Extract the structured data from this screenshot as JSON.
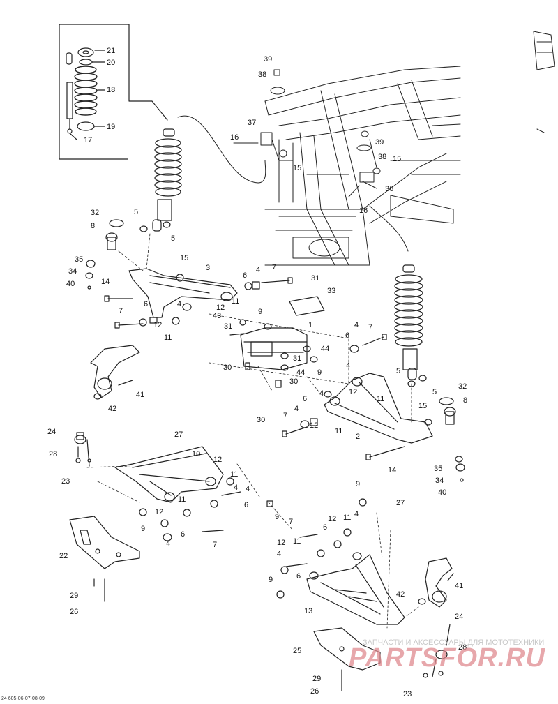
{
  "labels": {
    "l17": "17",
    "l18": "18",
    "l19": "19",
    "l20": "20",
    "l21": "21",
    "l39a": "39",
    "l38a": "38",
    "l37": "37",
    "l16a": "16",
    "l15a": "15",
    "l39b": "39",
    "l38b": "38",
    "l15b": "15",
    "l36": "36",
    "l16b": "16",
    "l32a": "32",
    "l8a": "8",
    "l5a": "5",
    "l5b": "5",
    "l35a": "35",
    "l34a": "34",
    "l40a": "40",
    "l14a": "14",
    "l15c": "15",
    "l3": "3",
    "l4a": "4",
    "l7a": "7",
    "l6a": "6",
    "l12a": "12",
    "l11a": "11",
    "l31a": "31",
    "l33": "33",
    "l7b": "7",
    "l6b": "6",
    "l4b": "4",
    "l12b": "12",
    "l11b": "11",
    "l43": "43",
    "l9a": "9",
    "l31b": "31",
    "l1": "1",
    "l44a": "44",
    "l31c": "31",
    "l44b": "44",
    "l9b": "9",
    "l30a": "30",
    "l30b": "30",
    "l30c": "30",
    "l4c": "4",
    "l7c": "7",
    "l6c": "6",
    "l4d": "4",
    "l12c": "12",
    "l11c": "11",
    "l5c": "5",
    "l5d": "5",
    "l32b": "32",
    "l8b": "8",
    "l4e": "4",
    "l6d": "6",
    "l7d": "7",
    "l4f": "4",
    "l12d": "12",
    "l11d": "11",
    "l15d": "15",
    "l2": "2",
    "l14b": "14",
    "l35b": "35",
    "l34b": "34",
    "l40b": "40",
    "l41a": "41",
    "l42a": "42",
    "l24a": "24",
    "l28a": "28",
    "l23a": "23",
    "l27a": "27",
    "l10": "10",
    "l12e": "12",
    "l11e": "11",
    "l4g": "4",
    "l6e": "6",
    "l4h": "4",
    "l12f": "12",
    "l11f": "11",
    "l9c": "9",
    "l6f": "6",
    "l4i": "4",
    "l7e": "7",
    "l22": "22",
    "l29a": "29",
    "l26a": "26",
    "l9d": "9",
    "l27b": "27",
    "l7f": "7",
    "l12g": "12",
    "l11g": "11",
    "l4j": "4",
    "l6g": "6",
    "l12h": "12",
    "l11h": "11",
    "l4k": "4",
    "l6h": "6",
    "l9e": "9",
    "l42b": "42",
    "l41b": "41",
    "l13": "13",
    "l24b": "24",
    "l25": "25",
    "l28b": "28",
    "l29b": "29",
    "l26b": "26",
    "l23b": "23",
    "l9f": "9"
  },
  "watermark": {
    "text": "ЗАПЧАСТИ И АКСЕССУАРЫ ДЛЯ МОТОТЕХНИКИ",
    "logo": "PARTSFOR.RU"
  },
  "drawing_code": "24 605-06-07-08-09"
}
